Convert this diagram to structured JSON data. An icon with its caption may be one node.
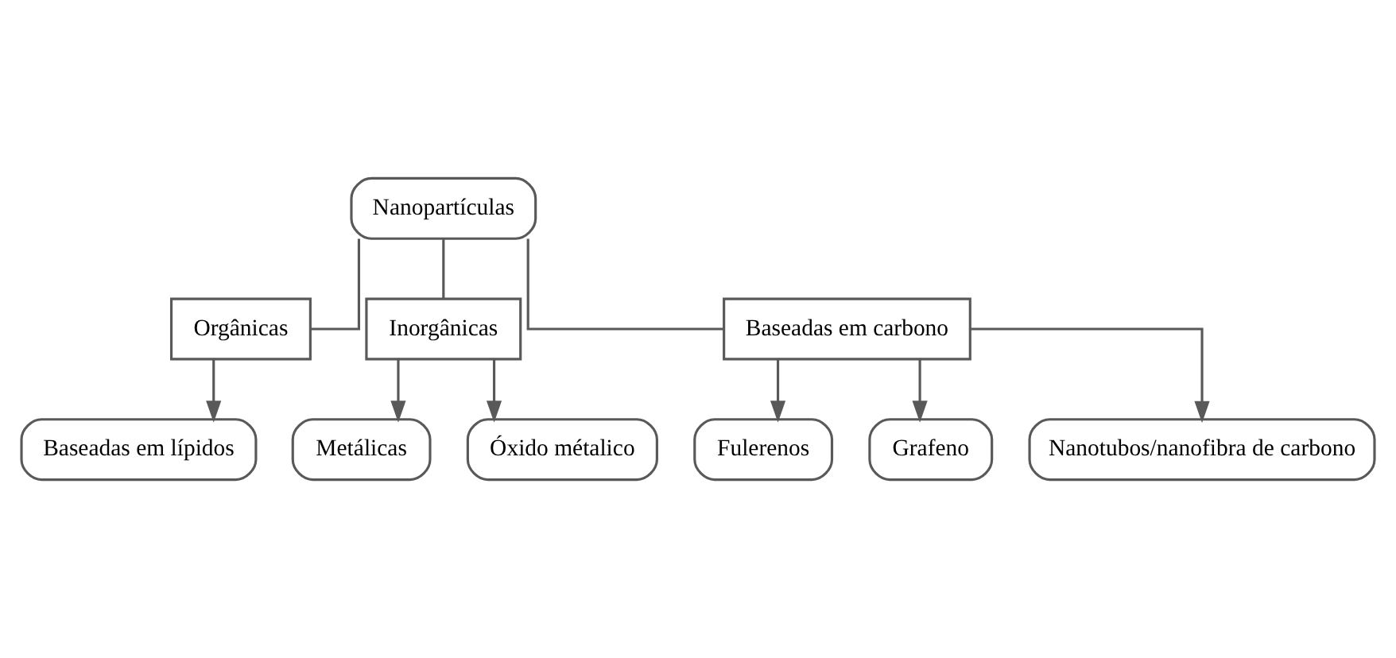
{
  "diagram": {
    "nodes": [
      {
        "text": [
          "Nanopartículas"
        ]
      },
      {
        "text": [
          "Orgânicas"
        ]
      },
      {
        "text": [
          "Baseadas em lípidos"
        ]
      },
      {
        "text": [
          "Inorgânicas"
        ]
      },
      {
        "text": [
          "Metálicas"
        ]
      },
      {
        "text": [
          "Óxido métalico"
        ]
      },
      {
        "text": [
          "Baseadas em carbono"
        ]
      },
      {
        "text": [
          "Fulerenos"
        ]
      },
      {
        "text": [
          "Grafeno"
        ]
      },
      {
        "text": [
          "Nanotubos/nanofibra de carbono"
        ]
      }
    ],
    "edges": [
      {
        "from": 0,
        "to": 1,
        "arrow": "none"
      },
      {
        "from": 0,
        "to": 3,
        "arrow": "none"
      },
      {
        "from": 0,
        "to": 6,
        "arrow": "none"
      },
      {
        "from": 1,
        "to": 2,
        "arrow": "to"
      },
      {
        "from": 3,
        "to": 4,
        "arrow": "to"
      },
      {
        "from": 3,
        "to": 5,
        "arrow": "to"
      },
      {
        "from": 6,
        "to": 7,
        "arrow": "to"
      },
      {
        "from": 6,
        "to": 8,
        "arrow": "to"
      },
      {
        "from": 6,
        "to": 9,
        "arrow": "to"
      }
    ]
  }
}
